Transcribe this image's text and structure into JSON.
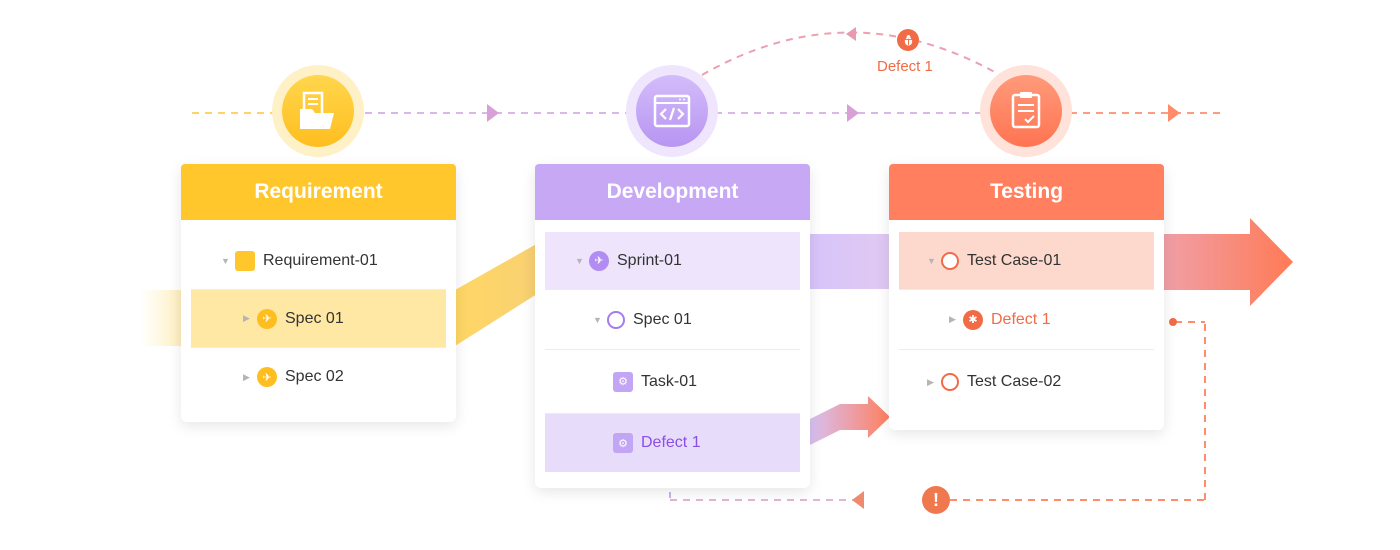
{
  "stages": {
    "requirement": {
      "title": "Requirement",
      "color": "#FFC72C",
      "icon": "folder-document-icon"
    },
    "development": {
      "title": "Development",
      "color": "#C6A8F5",
      "icon": "code-window-icon"
    },
    "testing": {
      "title": "Testing",
      "color": "#FF7F5E",
      "icon": "checklist-icon"
    }
  },
  "requirement_items": [
    {
      "label": "Requirement-01",
      "icon": "package-icon"
    },
    {
      "label": "Spec 01",
      "icon": "runner-icon"
    },
    {
      "label": "Spec 02",
      "icon": "runner-icon"
    }
  ],
  "development_items": [
    {
      "label": "Sprint-01",
      "icon": "runner-icon"
    },
    {
      "label": "Spec 01",
      "icon": "spec-circle-icon"
    },
    {
      "label": "Task-01",
      "icon": "task-folder-icon"
    },
    {
      "label": "Defect 1",
      "icon": "defect-folder-icon"
    }
  ],
  "testing_items": [
    {
      "label": "Test Case-01",
      "icon": "test-case-icon"
    },
    {
      "label": "Defect 1",
      "icon": "bug-icon"
    },
    {
      "label": "Test Case-02",
      "icon": "test-case-icon"
    }
  ],
  "defect_arc_label": "Defect 1",
  "colors": {
    "yellow": "#FFC72C",
    "purple": "#C6A8F5",
    "coral": "#FF7F5E",
    "purple_text": "#8A4FE6",
    "coral_text": "#F26B47"
  }
}
